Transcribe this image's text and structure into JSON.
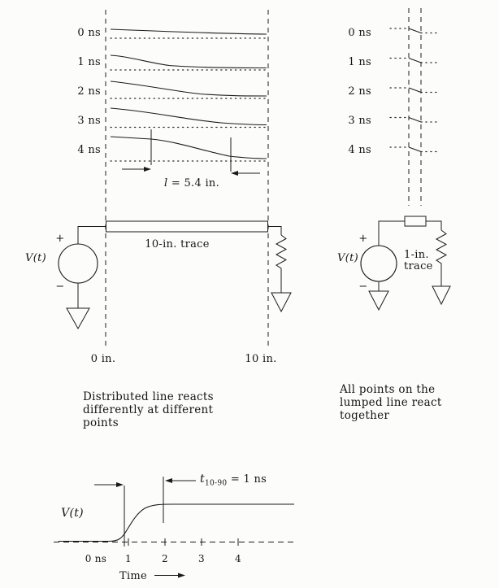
{
  "left": {
    "time_labels": [
      "0 ns",
      "1 ns",
      "2 ns",
      "3 ns",
      "4 ns"
    ],
    "length_symbol": "l",
    "length_value": " = 5.4 in.",
    "source_label": "V(t)",
    "source_plus": "+",
    "source_minus": "−",
    "trace_label": "10-in. trace",
    "pos_start": "0 in.",
    "pos_end": "10 in.",
    "caption": [
      "Distributed line reacts",
      "differently at different",
      "points"
    ]
  },
  "right": {
    "time_labels": [
      "0 ns",
      "1 ns",
      "2 ns",
      "3 ns",
      "4 ns"
    ],
    "source_label": "V(t)",
    "source_plus": "+",
    "source_minus": "−",
    "trace_label_line1": "1-in.",
    "trace_label_line2": "trace",
    "caption": [
      "All points on the",
      "lumped line react",
      "together"
    ]
  },
  "bottom": {
    "rise_t": "t",
    "rise_sub": "10-90",
    "rise_eq": " = 1 ns",
    "source_label": "V(t)",
    "x_ticks": [
      "0 ns",
      "1",
      "2",
      "3",
      "4"
    ],
    "time_label": "Time"
  }
}
